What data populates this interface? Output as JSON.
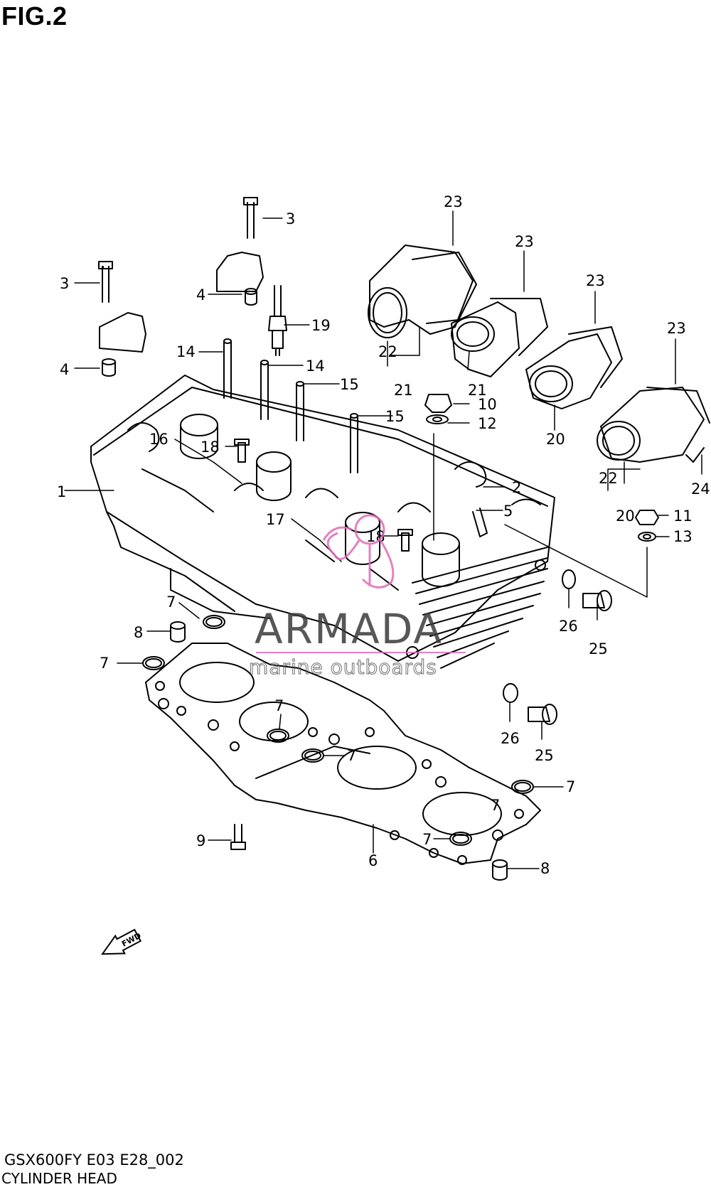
{
  "figure": {
    "title": "FIG.2",
    "code": "GSX600FY E03 E28_002",
    "name": "CYLINDER HEAD"
  },
  "watermark": {
    "brand": "ARMADA",
    "tagline": "marine outboards",
    "color": "#e06ab8"
  },
  "direction_marker": {
    "label": "FWD",
    "icon": "fwd-arrow-icon"
  },
  "callouts": [
    {
      "id": "c1",
      "label": "1"
    },
    {
      "id": "c2",
      "label": "2"
    },
    {
      "id": "c3a",
      "label": "3"
    },
    {
      "id": "c3b",
      "label": "3"
    },
    {
      "id": "c4a",
      "label": "4"
    },
    {
      "id": "c4b",
      "label": "4"
    },
    {
      "id": "c5",
      "label": "5"
    },
    {
      "id": "c6",
      "label": "6"
    },
    {
      "id": "c7a",
      "label": "7"
    },
    {
      "id": "c7b",
      "label": "7"
    },
    {
      "id": "c7c",
      "label": "7"
    },
    {
      "id": "c7d",
      "label": "7"
    },
    {
      "id": "c7e",
      "label": "7"
    },
    {
      "id": "c7f",
      "label": "7"
    },
    {
      "id": "c7g",
      "label": "7"
    },
    {
      "id": "c8a",
      "label": "8"
    },
    {
      "id": "c8b",
      "label": "8"
    },
    {
      "id": "c9",
      "label": "9"
    },
    {
      "id": "c10",
      "label": "10"
    },
    {
      "id": "c11",
      "label": "11"
    },
    {
      "id": "c12",
      "label": "12"
    },
    {
      "id": "c13",
      "label": "13"
    },
    {
      "id": "c14a",
      "label": "14"
    },
    {
      "id": "c14b",
      "label": "14"
    },
    {
      "id": "c15a",
      "label": "15"
    },
    {
      "id": "c15b",
      "label": "15"
    },
    {
      "id": "c16",
      "label": "16"
    },
    {
      "id": "c17",
      "label": "17"
    },
    {
      "id": "c18a",
      "label": "18"
    },
    {
      "id": "c18b",
      "label": "18"
    },
    {
      "id": "c19",
      "label": "19"
    },
    {
      "id": "c20a",
      "label": "20"
    },
    {
      "id": "c20b",
      "label": "20"
    },
    {
      "id": "c21a",
      "label": "21"
    },
    {
      "id": "c21b",
      "label": "21"
    },
    {
      "id": "c22a",
      "label": "22"
    },
    {
      "id": "c22b",
      "label": "22"
    },
    {
      "id": "c23a",
      "label": "23"
    },
    {
      "id": "c23b",
      "label": "23"
    },
    {
      "id": "c23c",
      "label": "23"
    },
    {
      "id": "c23d",
      "label": "23"
    },
    {
      "id": "c24",
      "label": "24"
    },
    {
      "id": "c25a",
      "label": "25"
    },
    {
      "id": "c25b",
      "label": "25"
    },
    {
      "id": "c26a",
      "label": "26"
    },
    {
      "id": "c26b",
      "label": "26"
    }
  ]
}
